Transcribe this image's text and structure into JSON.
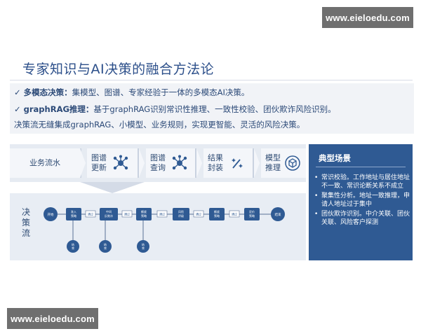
{
  "watermark_top": "www.eieloedu.com",
  "watermark_bottom": "www.eieloedu.com",
  "title": "专家知识与AI决策的融合方法论",
  "bullets": {
    "line1_label": "多模态决策：",
    "line1_text": "集模型、图谱、专家经验于一体的多模态AI决策。",
    "line2_label": "graphRAG推理：",
    "line2_text": "基于graphRAG识别常识性推理、一致性校验、团伙欺诈风险识别。",
    "line3_text": "决策流无缝集成graphRAG、小模型、业务规则，实现更智能、灵活的风险决策。",
    "check_glyph": "✓"
  },
  "pipeline": {
    "stages": [
      "业务流水",
      "图谱\n更新",
      "图谱\n查询",
      "结果\n封装",
      "模型\n推理"
    ],
    "stage_icons": [
      "",
      "graph-node-icon",
      "graph-node-icon",
      "spark-icon",
      "cube-icon"
    ]
  },
  "flow": {
    "label": "决\n策\n流",
    "node_start": "开始",
    "node_end": "结束",
    "strategy_labels": [
      "准入\n策略",
      "中间\n反欺诈",
      "额度\n策略",
      "风险\n评级",
      "额度\n策略",
      "定价\n策略"
    ],
    "pass_label": "通过",
    "reject_label": "结\n束"
  },
  "right_panel": {
    "title": "典型场景",
    "items": [
      "常识校验。工作地址与居住地址不一致、常识论断关系不成立",
      "聚集性分析。地址一致推理，申请人地址过于集中",
      "团伙欺诈识别。中介关联、团伙关联、风险客户探测"
    ]
  },
  "colors": {
    "title": "#2c4f8a",
    "panel": "#2f5a93",
    "node": "#2f5a93",
    "band": "#e6ebf2"
  }
}
